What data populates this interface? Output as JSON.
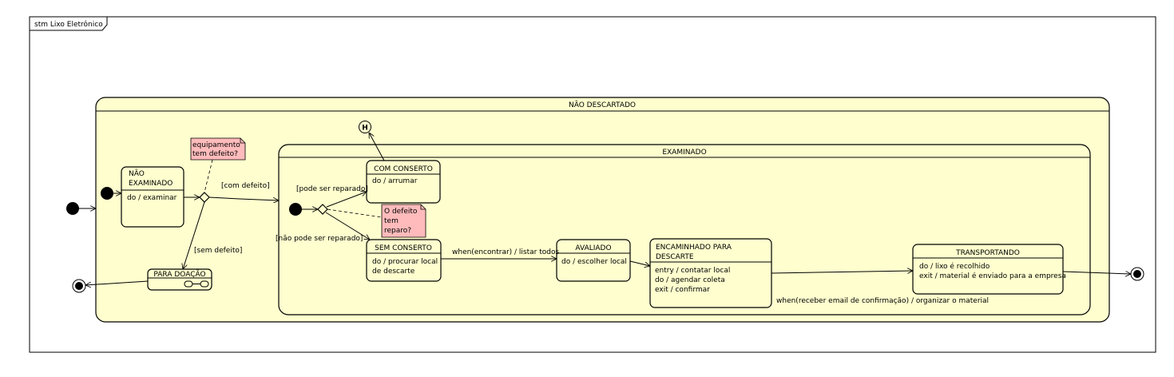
{
  "frame": {
    "title": "stm Lixo Eletrônico"
  },
  "states": {
    "nao_descartado": {
      "name": "NÃO DESCARTADO"
    },
    "examinado": {
      "name": "EXAMINADO"
    },
    "nao_examinado": {
      "name_line1": "NÃO",
      "name_line2": "EXAMINADO",
      "activity": "do / examinar"
    },
    "para_doacao": {
      "name": "PARA DOAÇÃO"
    },
    "com_conserto": {
      "name": "COM CONSERTO",
      "activity": "do / arrumar"
    },
    "sem_conserto": {
      "name": "SEM CONSERTO",
      "activity_line1": "do / procurar local",
      "activity_line2": "de descarte"
    },
    "avaliado": {
      "name": "AVALIADO",
      "activity": "do / escolher local"
    },
    "encaminhado": {
      "name_line1": "ENCAMINHADO PARA",
      "name_line2": "DESCARTE",
      "activities": [
        "entry / contatar local",
        "do / agendar coleta",
        "exit / confirmar"
      ]
    },
    "transportando": {
      "name": "TRANSPORTANDO",
      "activities": [
        "do / lixo é recolhido",
        "exit / material é enviado para a empresa"
      ]
    },
    "history": {
      "symbol": "H"
    }
  },
  "notes": {
    "defeito": {
      "lines": [
        "equipamento",
        "tem defeito?"
      ]
    },
    "reparo": {
      "lines": [
        "O defeito",
        "tem",
        "reparo?"
      ]
    }
  },
  "transitions": {
    "com_defeito": "[com defeito]",
    "sem_defeito": "[sem defeito]",
    "pode_reparado": "[pode ser reparado]",
    "nao_pode_reparado": "[não pode ser reparado]",
    "encontrar": "when(encontrar) / listar todos",
    "email": "when(receber email de confirmação) / organizar o material"
  },
  "colors": {
    "state_fill": "#FEFECE",
    "note_fill": "#FBB",
    "line": "#000000"
  }
}
